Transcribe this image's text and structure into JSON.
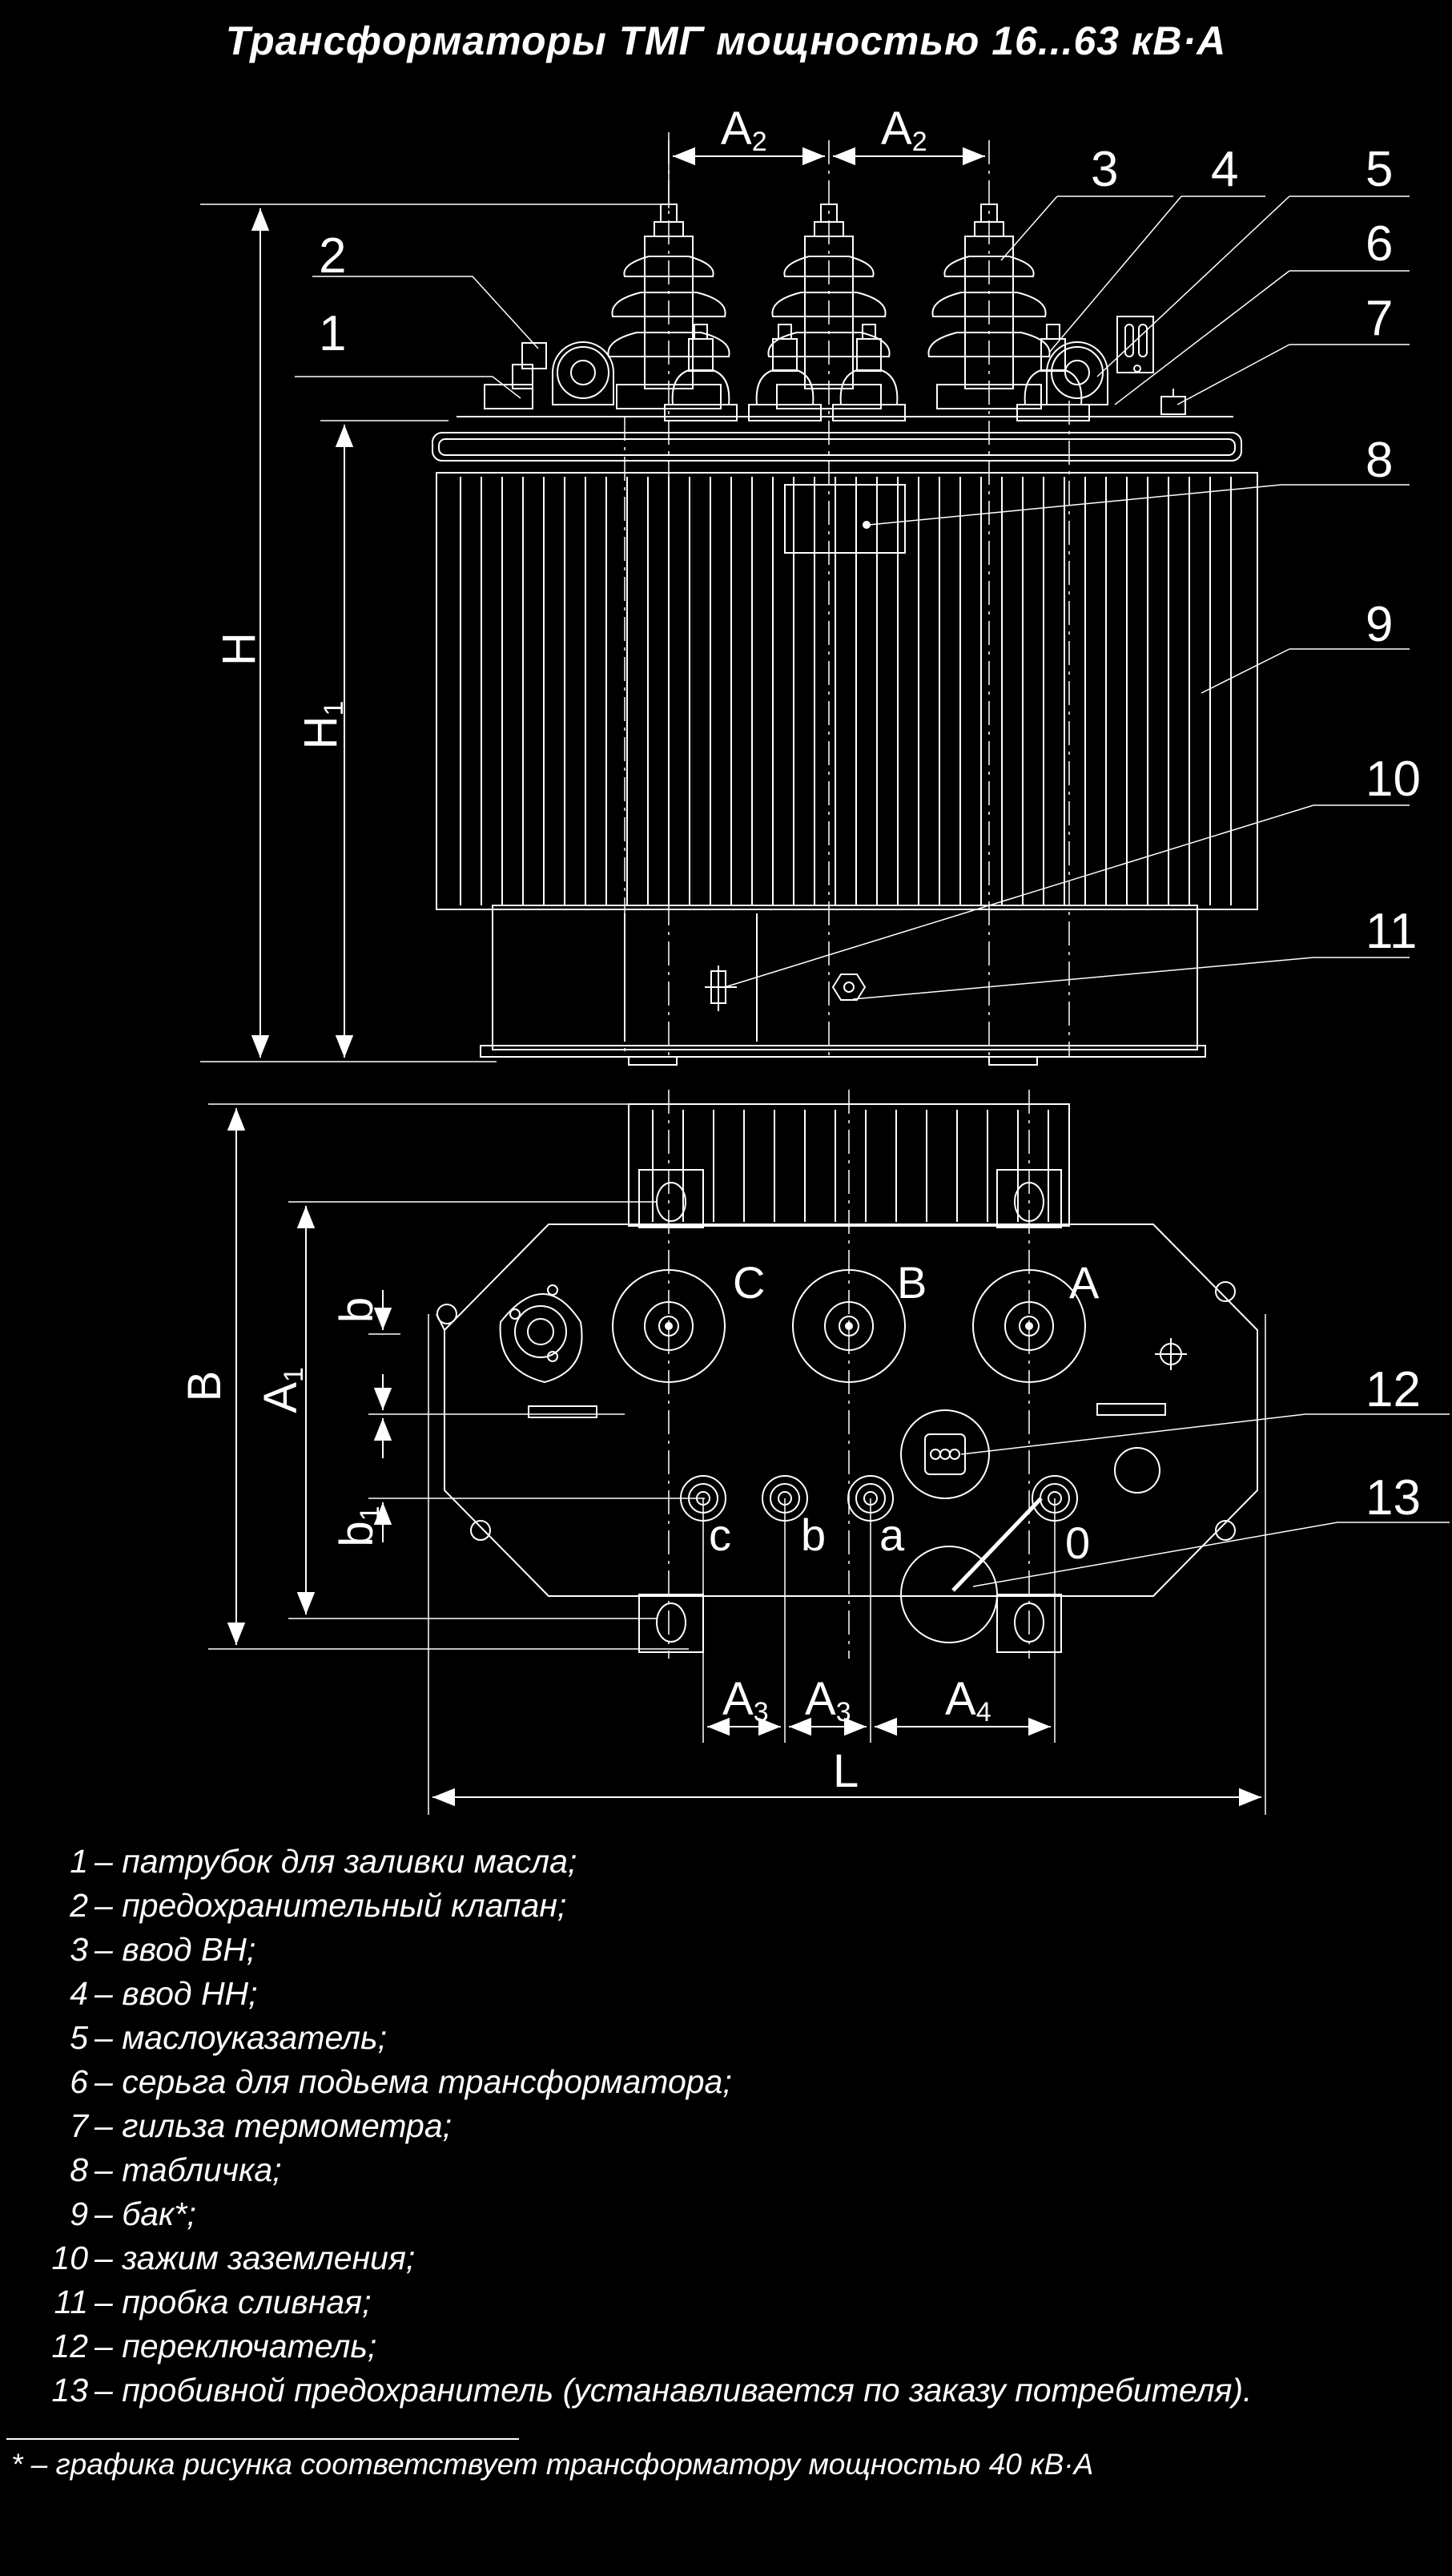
{
  "title": "Трансформаторы   ТМГ  мощностью 16...63 кВ·А",
  "callouts": [
    "1",
    "2",
    "3",
    "4",
    "5",
    "6",
    "7",
    "8",
    "9",
    "10",
    "11",
    "12",
    "13"
  ],
  "dimensions": {
    "A": "A",
    "B": "B",
    "H": "H",
    "L": "L",
    "b": "b",
    "sub1": "1",
    "sub2": "2",
    "sub3": "3",
    "sub4": "4"
  },
  "terminals": {
    "hv": [
      "C",
      "B",
      "A"
    ],
    "lv": [
      "c",
      "b",
      "a",
      "0"
    ]
  },
  "legend": [
    {
      "num": "1",
      "text": "– патрубок для заливки масла;"
    },
    {
      "num": "2",
      "text": "– предохранительный клапан;"
    },
    {
      "num": "3",
      "text": "– ввод ВН;"
    },
    {
      "num": "4",
      "text": "– ввод НН;"
    },
    {
      "num": "5",
      "text": "– маслоуказатель;"
    },
    {
      "num": "6",
      "text": "– серьга для подьема трансформатора;"
    },
    {
      "num": "7",
      "text": "– гильза термометра;"
    },
    {
      "num": "8",
      "text": "– табличка;"
    },
    {
      "num": "9",
      "text": "– бак*;"
    },
    {
      "num": "10",
      "text": "– зажим заземления;"
    },
    {
      "num": "11",
      "text": "– пробка сливная;"
    },
    {
      "num": "12",
      "text": "– переключатель;"
    },
    {
      "num": "13",
      "text": "– пробивной предохранитель (устанавливается по заказу потребителя)."
    }
  ],
  "footnote": "* – графика рисунка соответствует трансформатору мощностью 40 кВ·А",
  "colors": {
    "background": "#000000",
    "lines": "#ffffff"
  }
}
